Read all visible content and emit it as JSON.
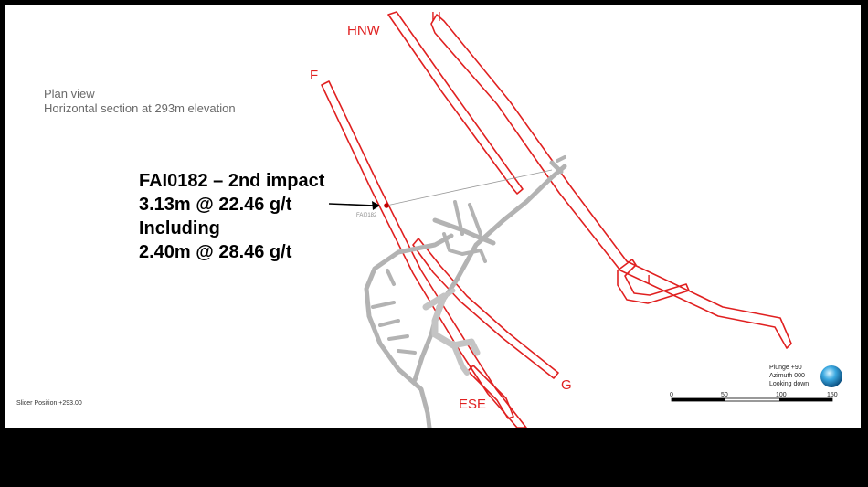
{
  "view": {
    "title": "Plan view",
    "subtitle": "Horizontal section at 293m elevation"
  },
  "annotation": {
    "hole_id": "FAI0182 – 2nd impact",
    "interval": "3.13m @ 22.46 g/t",
    "including_label": "Including",
    "sub_interval": "2.40m @ 28.46 g/t",
    "collar_label": "FAI0182"
  },
  "faults": {
    "hnw": "HNW",
    "h": "H",
    "f": "F",
    "g": "G",
    "i": "I",
    "ese": "ESE"
  },
  "slicer_position": "Slicer Position +293.00",
  "orientation": {
    "plunge": "Plunge +90",
    "azimuth": "Azimuth 000",
    "looking": "Looking down",
    "icon": "orientation-globe-icon"
  },
  "scale_bar": {
    "ticks": [
      "0",
      "50",
      "100",
      "150"
    ]
  },
  "colors": {
    "fault": "#e02020",
    "workings": "#b0b0b0",
    "drillhole": "#c00000",
    "background_frame": "#000000"
  }
}
